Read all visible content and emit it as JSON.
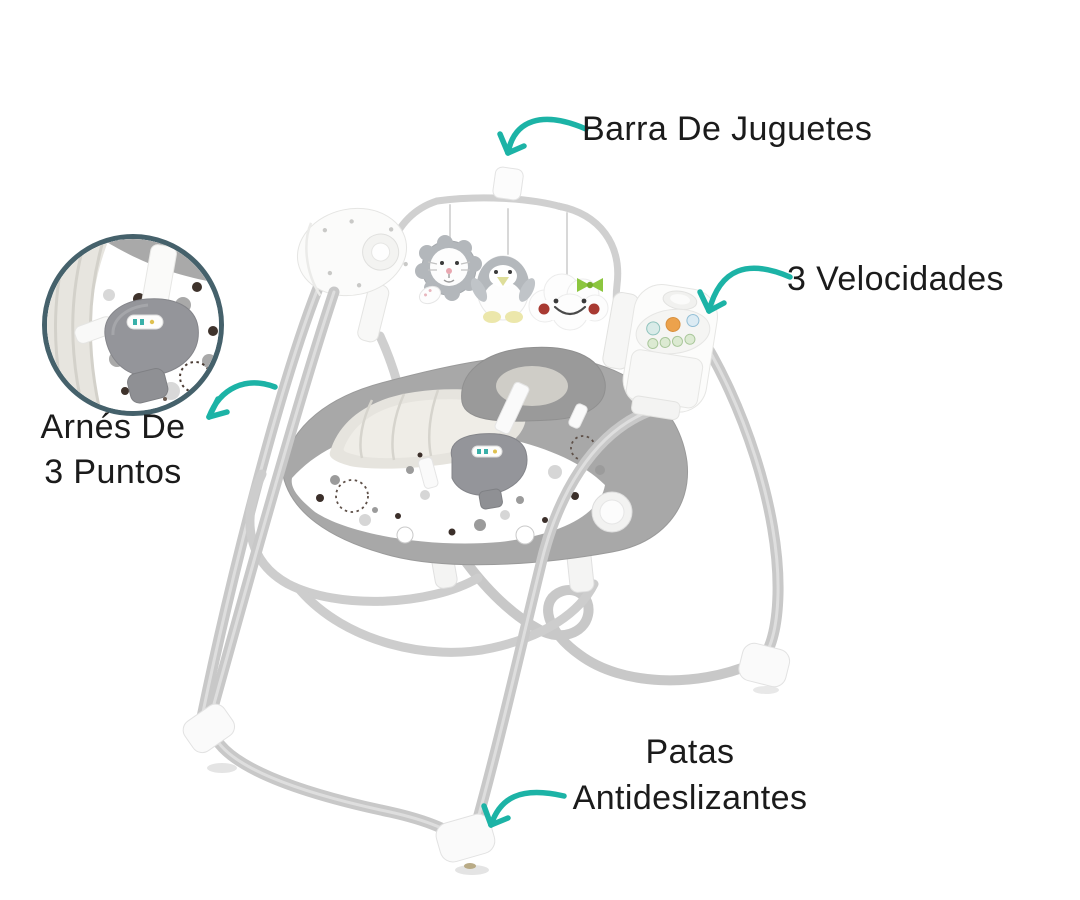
{
  "background": "#ffffff",
  "colors": {
    "arrow": "#1cb3a6",
    "label_text": "#1b1b1b",
    "inset_border": "#45616b",
    "frame_tube": "#c8c8c8",
    "seat_shell": "#a8a8a8",
    "cushion": "#e6e4de",
    "headrest": "#9a9a9a",
    "harness_pad": "#94959a",
    "button_orange": "#eca24c",
    "button_teal": "#8fc3bd",
    "bow_green": "#8cc63f",
    "cheek_red": "#a83a32",
    "beak_yellow": "#dede9a"
  },
  "callouts": {
    "toy_bar": {
      "label": "Barra De Juguetes",
      "icon": "curved-arrow-icon"
    },
    "speeds": {
      "label": "3 Velocidades",
      "icon": "curved-arrow-icon"
    },
    "harness": {
      "line1": "Arnés De",
      "line2": "3 Puntos",
      "icon": "curved-arrow-icon"
    },
    "feet": {
      "line1": "Patas",
      "line2": "Antideslizantes",
      "icon": "curved-arrow-icon"
    }
  },
  "icons": [
    "curved-arrow-icon",
    "harness-detail-inset",
    "motor-pod",
    "toy-bar",
    "mobile-toy-lion",
    "mobile-toy-penguin",
    "mobile-toy-cloud",
    "control-panel",
    "seat",
    "harness-buckle",
    "anti-slip-foot"
  ]
}
